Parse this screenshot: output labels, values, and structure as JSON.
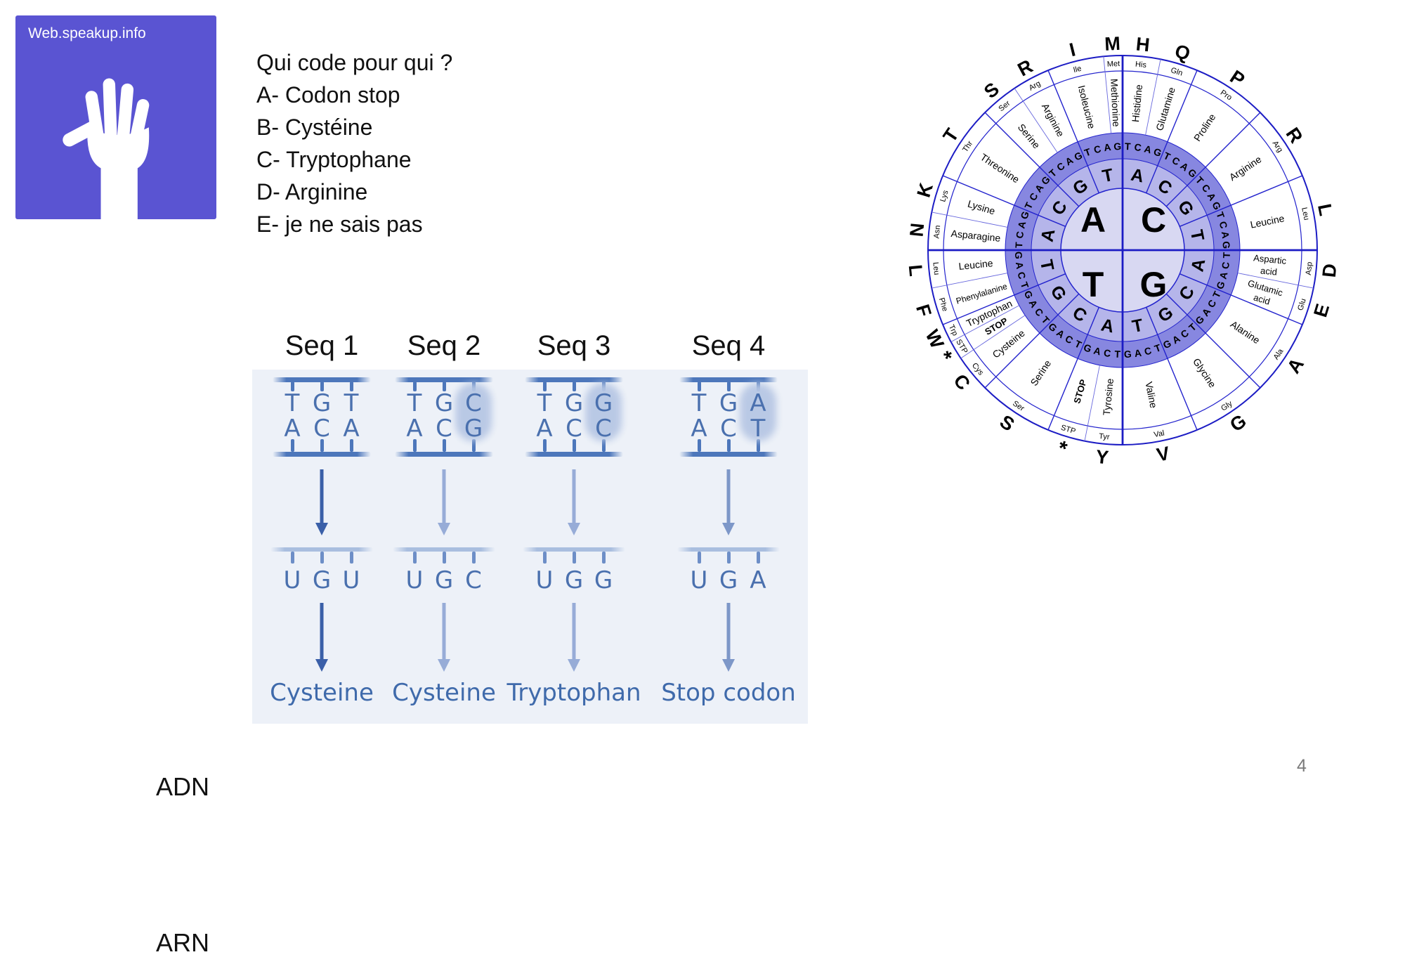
{
  "logo": {
    "text": "Web.speakup.info",
    "bg": "#5a54d2"
  },
  "question": {
    "title": "Qui code pour qui ?",
    "options": [
      "A- Codon stop",
      "B- Cystéine",
      "C- Tryptophane",
      "D- Arginine",
      "E- je ne sais pas"
    ]
  },
  "sequence_panel": {
    "row_labels": {
      "dna": "ADN",
      "rna": "ARN"
    },
    "columns": [
      {
        "header": "Seq 1",
        "dna_top": [
          "T",
          "G",
          "T"
        ],
        "dna_bottom": [
          "A",
          "C",
          "A"
        ],
        "rna": [
          "U",
          "G",
          "U"
        ],
        "result": "Cysteine",
        "highlight_third": false,
        "arrow": "dark"
      },
      {
        "header": "Seq 2",
        "dna_top": [
          "T",
          "G",
          "C"
        ],
        "dna_bottom": [
          "A",
          "C",
          "G"
        ],
        "rna": [
          "U",
          "G",
          "C"
        ],
        "result": "Cysteine",
        "highlight_third": true,
        "arrow": "light"
      },
      {
        "header": "Seq 3",
        "dna_top": [
          "T",
          "G",
          "G"
        ],
        "dna_bottom": [
          "A",
          "C",
          "C"
        ],
        "rna": [
          "U",
          "G",
          "G"
        ],
        "result": "Tryptophan",
        "highlight_third": true,
        "arrow": "light"
      },
      {
        "header": "Seq 4",
        "dna_top": [
          "T",
          "G",
          "A"
        ],
        "dna_bottom": [
          "A",
          "C",
          "T"
        ],
        "rna": [
          "U",
          "G",
          "A"
        ],
        "result": "Stop codon",
        "highlight_third": true,
        "arrow": "mid"
      }
    ]
  },
  "codon_wheel": {
    "center_letters": {
      "top_left": "A",
      "top_right": "C",
      "bottom_left": "T",
      "bottom_right": "G"
    },
    "second_ring_clockwise_per_quadrant": [
      "A",
      "C",
      "G",
      "T"
    ],
    "third_ring_clockwise_per_sector": [
      "T",
      "C",
      "A",
      "G"
    ],
    "sectors": [
      {
        "s": 0,
        "e": 11.25,
        "a1": "H",
        "a3": "His",
        "name": "Histidine"
      },
      {
        "s": 11.25,
        "e": 22.5,
        "a1": "Q",
        "a3": "Gln",
        "name": "Glutamine"
      },
      {
        "s": 22.5,
        "e": 45,
        "a1": "P",
        "a3": "Pro",
        "name": "Proline"
      },
      {
        "s": 45,
        "e": 67.5,
        "a1": "R",
        "a3": "Arg",
        "name": "Arginine"
      },
      {
        "s": 67.5,
        "e": 90,
        "a1": "L",
        "a3": "Leu",
        "name": "Leucine"
      },
      {
        "s": 90,
        "e": 101.25,
        "a1": "D",
        "a3": "Asp",
        "name": "Aspartic acid",
        "lines": [
          "Aspartic",
          "acid"
        ]
      },
      {
        "s": 101.25,
        "e": 112.5,
        "a1": "E",
        "a3": "Glu",
        "name": "Glutamic acid",
        "lines": [
          "Glutamic",
          "acid"
        ]
      },
      {
        "s": 112.5,
        "e": 135,
        "a1": "A",
        "a3": "Ala",
        "name": "Alanine"
      },
      {
        "s": 135,
        "e": 157.5,
        "a1": "G",
        "a3": "Gly",
        "name": "Glycine"
      },
      {
        "s": 157.5,
        "e": 180,
        "a1": "V",
        "a3": "Val",
        "name": "Valine"
      },
      {
        "s": 180,
        "e": 191.25,
        "a1": "Y",
        "a3": "Tyr",
        "name": "Tyrosine"
      },
      {
        "s": 191.25,
        "e": 202.5,
        "a1": "*",
        "a3": "STP",
        "name": "STOP",
        "bold": true
      },
      {
        "s": 202.5,
        "e": 225,
        "a1": "S",
        "a3": "Ser",
        "name": "Serine"
      },
      {
        "s": 225,
        "e": 236.25,
        "a1": "C",
        "a3": "Cys",
        "name": "Cysteine"
      },
      {
        "s": 236.25,
        "e": 241.875,
        "a1": "*",
        "a3": "STP",
        "name": "STOP",
        "bold": true
      },
      {
        "s": 241.875,
        "e": 247.5,
        "a1": "W",
        "a3": "Trp",
        "name": "Tryptophan"
      },
      {
        "s": 247.5,
        "e": 258.75,
        "a1": "F",
        "a3": "Phe",
        "name": "Phenylalanine"
      },
      {
        "s": 258.75,
        "e": 270,
        "a1": "L",
        "a3": "Leu",
        "name": "Leucine"
      },
      {
        "s": 270,
        "e": 281.25,
        "a1": "N",
        "a3": "Asn",
        "name": "Asparagine"
      },
      {
        "s": 281.25,
        "e": 292.5,
        "a1": "K",
        "a3": "Lys",
        "name": "Lysine"
      },
      {
        "s": 292.5,
        "e": 315,
        "a1": "T",
        "a3": "Thr",
        "name": "Threonine"
      },
      {
        "s": 315,
        "e": 326.25,
        "a1": "S",
        "a3": "Ser",
        "name": "Serine"
      },
      {
        "s": 326.25,
        "e": 337.5,
        "a1": "R",
        "a3": "Arg",
        "name": "Arginine"
      },
      {
        "s": 337.5,
        "e": 354.375,
        "a1": "I",
        "a3": "Ile",
        "name": "Isoleucine"
      },
      {
        "s": 354.375,
        "e": 360,
        "a1": "M",
        "a3": "Met",
        "name": "Methionine"
      }
    ]
  },
  "page_number": "4",
  "colors": {
    "logo_bg": "#5a54d2",
    "panel_bg": "#edf1f8",
    "seq_letter": "#4a70ae",
    "comb_dna": "#4d77bb",
    "comb_rna": "#a9bedf",
    "highlight": "#b7c7e4",
    "arrow_dark": "#3a5fa8",
    "arrow_light": "#97acd7",
    "arrow_mid": "#7d97c8",
    "wheel_line": "#2323cd",
    "wheel_line_bold": "#1c1cc4",
    "wheel_split": "#6666dd",
    "ring_inner": "#d8d8f2",
    "ring_mid": "#b5b5ea",
    "ring_dark": "#8787e0",
    "page_number_color": "#7a7a7a"
  }
}
